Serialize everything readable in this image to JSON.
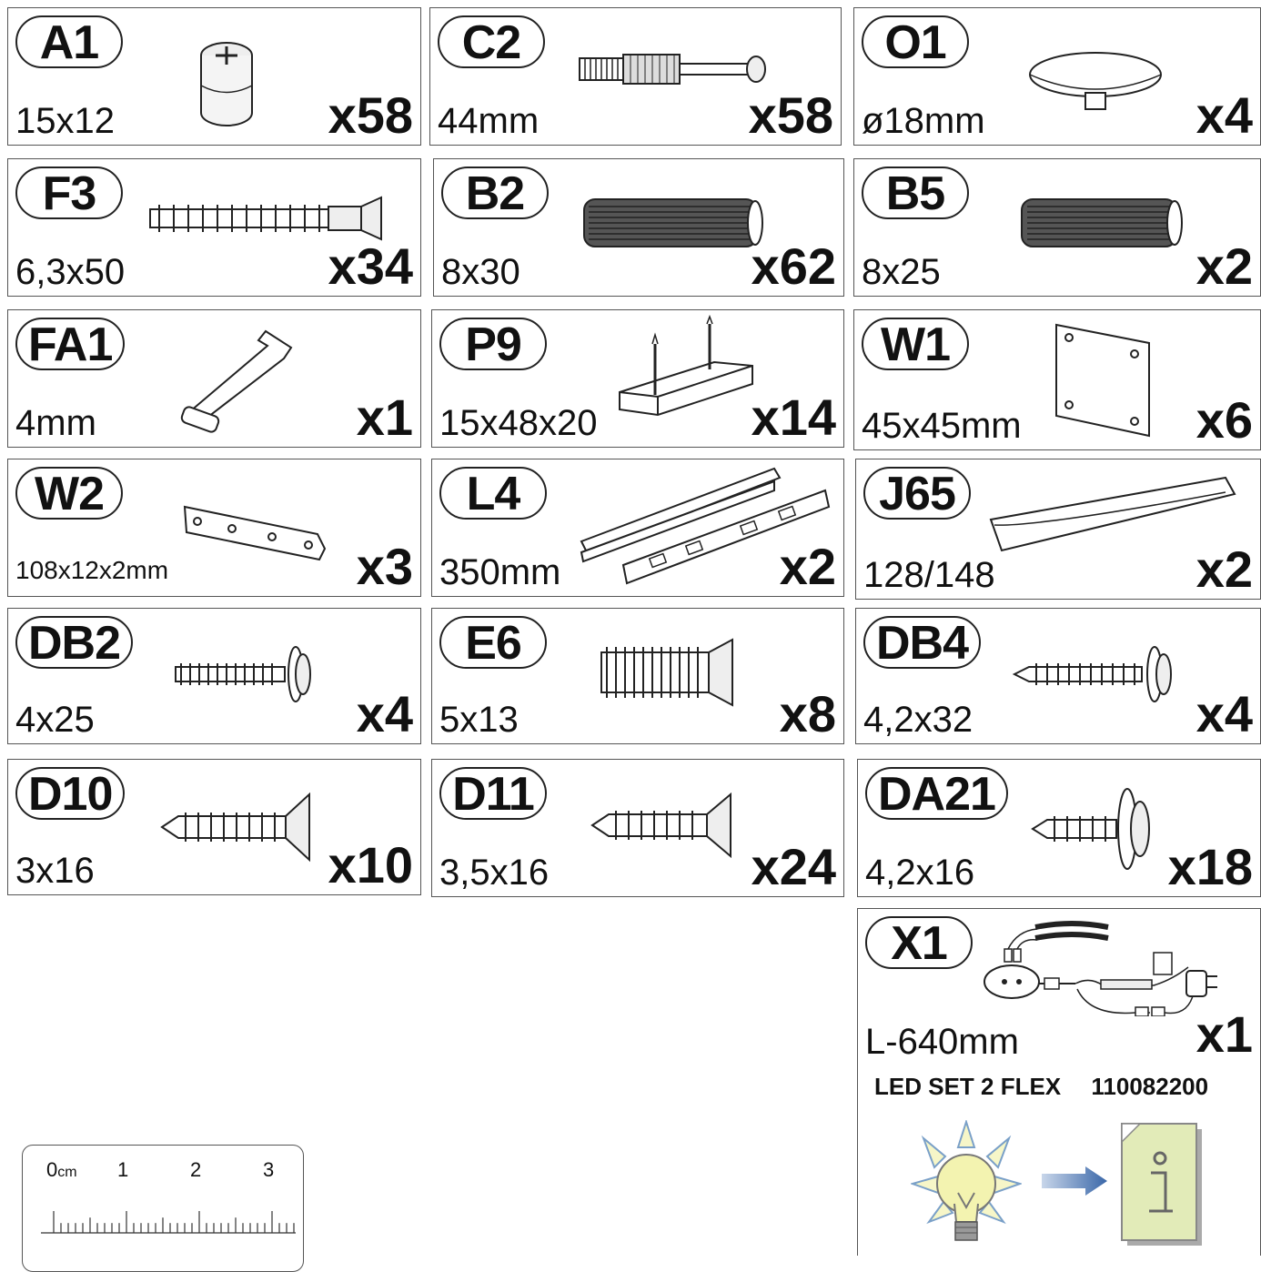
{
  "parts": [
    {
      "id": "a1",
      "code": "A1",
      "dim": "15x12",
      "qty": "x58",
      "icon": "cam-lock-icon"
    },
    {
      "id": "c2",
      "code": "C2",
      "dim": "44mm",
      "qty": "x58",
      "icon": "connecting-bolt-icon"
    },
    {
      "id": "o1",
      "code": "O1",
      "dim": "ø18mm",
      "qty": "x4",
      "icon": "cover-cap-icon"
    },
    {
      "id": "f3",
      "code": "F3",
      "dim": "6,3x50",
      "qty": "x34",
      "icon": "confirmat-screw-icon"
    },
    {
      "id": "b2",
      "code": "B2",
      "dim": "8x30",
      "qty": "x62",
      "icon": "wood-dowel-icon"
    },
    {
      "id": "b5",
      "code": "B5",
      "dim": "8x25",
      "qty": "x2",
      "icon": "wood-dowel-icon"
    },
    {
      "id": "fa1",
      "code": "FA1",
      "dim": "4mm",
      "qty": "x1",
      "icon": "hex-key-icon"
    },
    {
      "id": "p9",
      "code": "P9",
      "dim": "15x48x20",
      "qty": "x14",
      "icon": "shelf-block-icon"
    },
    {
      "id": "w1",
      "code": "W1",
      "dim": "45x45mm",
      "qty": "x6",
      "icon": "mounting-plate-icon"
    },
    {
      "id": "w2",
      "code": "W2",
      "dim": "108x12x2mm",
      "qty": "x3",
      "icon": "flat-connector-icon"
    },
    {
      "id": "l4",
      "code": "L4",
      "dim": "350mm",
      "qty": "x2",
      "icon": "drawer-slide-icon"
    },
    {
      "id": "j65",
      "code": "J65",
      "dim": "128/148",
      "qty": "x2",
      "icon": "handle-profile-icon"
    },
    {
      "id": "db2",
      "code": "DB2",
      "dim": "4x25",
      "qty": "x4",
      "icon": "flange-screw-icon"
    },
    {
      "id": "e6",
      "code": "E6",
      "dim": "5x13",
      "qty": "x8",
      "icon": "euro-screw-icon"
    },
    {
      "id": "db4",
      "code": "DB4",
      "dim": "4,2x32",
      "qty": "x4",
      "icon": "flange-screw-icon"
    },
    {
      "id": "d10",
      "code": "D10",
      "dim": "3x16",
      "qty": "x10",
      "icon": "countersunk-screw-icon"
    },
    {
      "id": "d11",
      "code": "D11",
      "dim": "3,5x16",
      "qty": "x24",
      "icon": "countersunk-screw-icon"
    },
    {
      "id": "da21",
      "code": "DA21",
      "dim": "4,2x16",
      "qty": "x18",
      "icon": "washer-screw-icon"
    }
  ],
  "led_set": {
    "code": "X1",
    "dim": "L-640mm",
    "qty": "x1",
    "name": "LED SET 2 FLEX",
    "number": "110082200",
    "icons": [
      "led-wiring-icon",
      "light-bulb-icon",
      "arrow-right-icon",
      "info-sheet-icon"
    ]
  },
  "ruler": {
    "unit_label": "cm",
    "labels": [
      "0",
      "1",
      "2",
      "3"
    ]
  }
}
